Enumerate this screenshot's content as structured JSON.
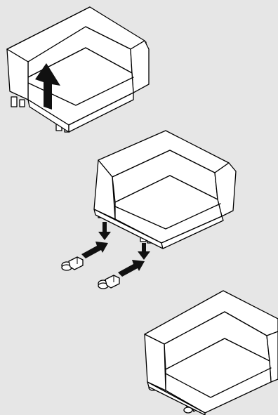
{
  "diagram": {
    "steps": [
      {
        "id": "lift-sofa",
        "arrow": "up"
      },
      {
        "id": "insert-glides",
        "arrow": "down-and-diagonal"
      },
      {
        "id": "finished",
        "arrow": "none"
      }
    ],
    "colors": {
      "background": "#e6e6e6",
      "line": "#000000",
      "fill": "#ffffff",
      "arrow": "#111111"
    }
  }
}
